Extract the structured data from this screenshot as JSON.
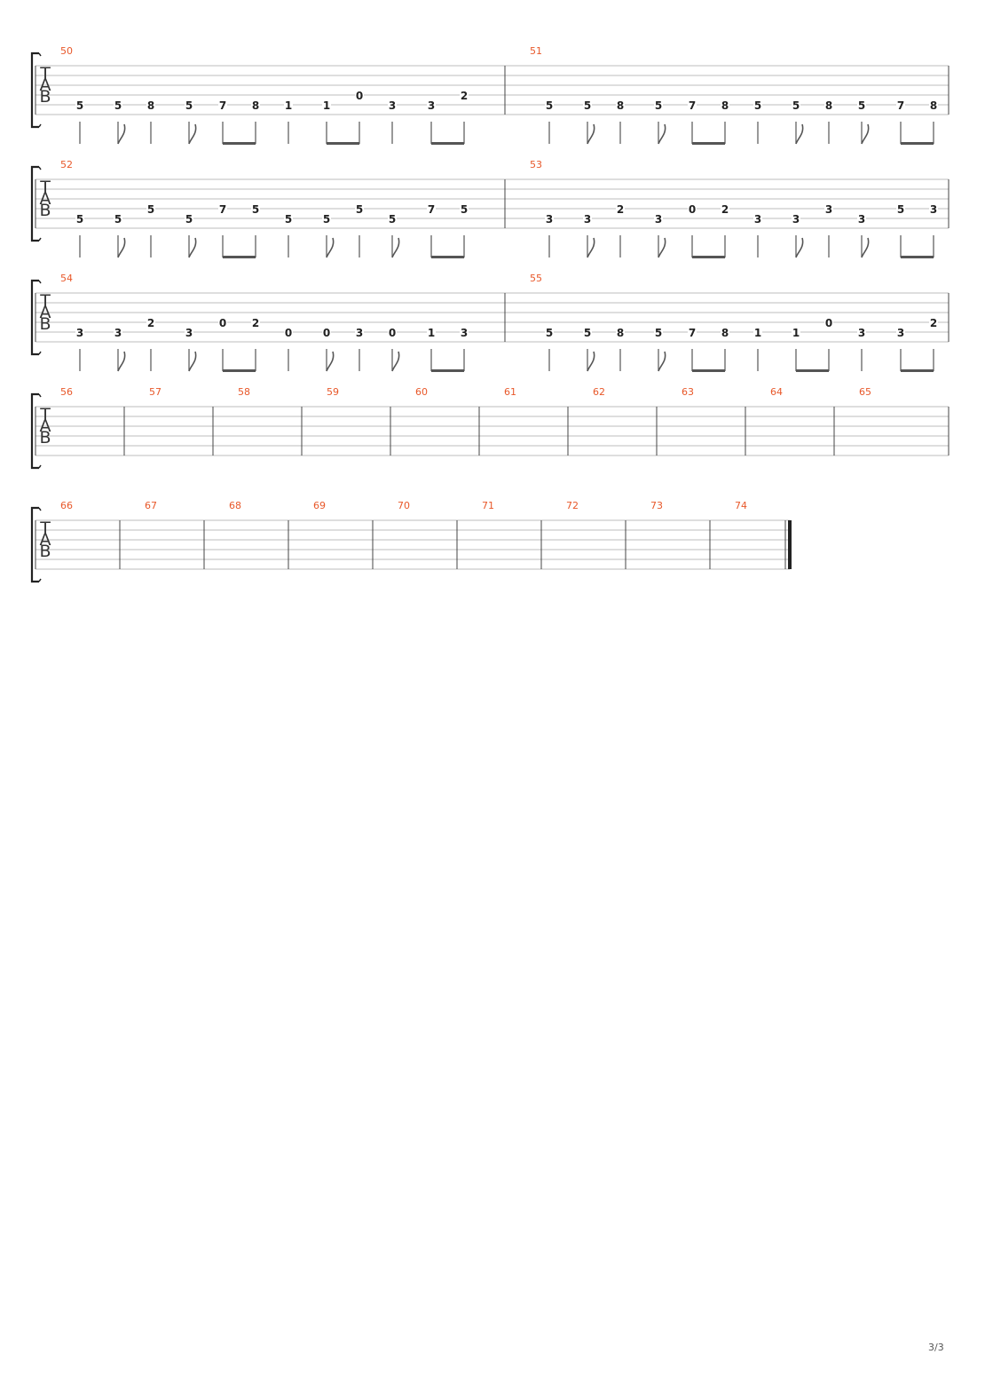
{
  "page": {
    "number_label": "3/3"
  },
  "tab": {
    "clef_letters": [
      "T",
      "A",
      "B"
    ],
    "strings": 6,
    "systems": [
      {
        "bars": [
          {
            "number": "50",
            "notes": [
              {
                "fret": "5",
                "string": 5,
                "dur": "q"
              },
              {
                "fret": "5",
                "string": 5,
                "dur": "e"
              },
              {
                "fret": "8",
                "string": 5,
                "dur": "q"
              },
              {
                "fret": "5",
                "string": 5,
                "dur": "e"
              },
              {
                "fret": "7",
                "string": 5,
                "dur": "e",
                "beam": "start"
              },
              {
                "fret": "8",
                "string": 5,
                "dur": "e",
                "beam": "end"
              },
              {
                "fret": "1",
                "string": 5,
                "dur": "q"
              },
              {
                "fret": "1",
                "string": 5,
                "dur": "e",
                "beam": "start"
              },
              {
                "fret": "0",
                "string": 4,
                "dur": "e",
                "beam": "end"
              },
              {
                "fret": "3",
                "string": 5,
                "dur": "q"
              },
              {
                "fret": "3",
                "string": 5,
                "dur": "e",
                "beam": "start"
              },
              {
                "fret": "2",
                "string": 4,
                "dur": "e",
                "beam": "end"
              }
            ]
          },
          {
            "number": "51",
            "notes": [
              {
                "fret": "5",
                "string": 5,
                "dur": "q"
              },
              {
                "fret": "5",
                "string": 5,
                "dur": "e"
              },
              {
                "fret": "8",
                "string": 5,
                "dur": "q"
              },
              {
                "fret": "5",
                "string": 5,
                "dur": "e"
              },
              {
                "fret": "7",
                "string": 5,
                "dur": "e",
                "beam": "start"
              },
              {
                "fret": "8",
                "string": 5,
                "dur": "e",
                "beam": "end"
              },
              {
                "fret": "5",
                "string": 5,
                "dur": "q"
              },
              {
                "fret": "5",
                "string": 5,
                "dur": "e"
              },
              {
                "fret": "8",
                "string": 5,
                "dur": "q"
              },
              {
                "fret": "5",
                "string": 5,
                "dur": "e"
              },
              {
                "fret": "7",
                "string": 5,
                "dur": "e",
                "beam": "start"
              },
              {
                "fret": "8",
                "string": 5,
                "dur": "e",
                "beam": "end"
              }
            ]
          }
        ]
      },
      {
        "bars": [
          {
            "number": "52",
            "notes": [
              {
                "fret": "5",
                "string": 5,
                "dur": "q"
              },
              {
                "fret": "5",
                "string": 5,
                "dur": "e"
              },
              {
                "fret": "5",
                "string": 4,
                "dur": "q"
              },
              {
                "fret": "5",
                "string": 5,
                "dur": "e"
              },
              {
                "fret": "7",
                "string": 4,
                "dur": "e",
                "beam": "start"
              },
              {
                "fret": "5",
                "string": 4,
                "dur": "e",
                "beam": "end"
              },
              {
                "fret": "5",
                "string": 5,
                "dur": "q"
              },
              {
                "fret": "5",
                "string": 5,
                "dur": "e"
              },
              {
                "fret": "5",
                "string": 4,
                "dur": "q"
              },
              {
                "fret": "5",
                "string": 5,
                "dur": "e"
              },
              {
                "fret": "7",
                "string": 4,
                "dur": "e",
                "beam": "start"
              },
              {
                "fret": "5",
                "string": 4,
                "dur": "e",
                "beam": "end"
              }
            ]
          },
          {
            "number": "53",
            "notes": [
              {
                "fret": "3",
                "string": 5,
                "dur": "q"
              },
              {
                "fret": "3",
                "string": 5,
                "dur": "e"
              },
              {
                "fret": "2",
                "string": 4,
                "dur": "q"
              },
              {
                "fret": "3",
                "string": 5,
                "dur": "e"
              },
              {
                "fret": "0",
                "string": 4,
                "dur": "e",
                "beam": "start"
              },
              {
                "fret": "2",
                "string": 4,
                "dur": "e",
                "beam": "end"
              },
              {
                "fret": "3",
                "string": 5,
                "dur": "q"
              },
              {
                "fret": "3",
                "string": 5,
                "dur": "e"
              },
              {
                "fret": "3",
                "string": 4,
                "dur": "q"
              },
              {
                "fret": "3",
                "string": 5,
                "dur": "e"
              },
              {
                "fret": "5",
                "string": 4,
                "dur": "e",
                "beam": "start"
              },
              {
                "fret": "3",
                "string": 4,
                "dur": "e",
                "beam": "end"
              }
            ]
          }
        ]
      },
      {
        "bars": [
          {
            "number": "54",
            "notes": [
              {
                "fret": "3",
                "string": 5,
                "dur": "q"
              },
              {
                "fret": "3",
                "string": 5,
                "dur": "e"
              },
              {
                "fret": "2",
                "string": 4,
                "dur": "q"
              },
              {
                "fret": "3",
                "string": 5,
                "dur": "e"
              },
              {
                "fret": "0",
                "string": 4,
                "dur": "e",
                "beam": "start"
              },
              {
                "fret": "2",
                "string": 4,
                "dur": "e",
                "beam": "end"
              },
              {
                "fret": "0",
                "string": 5,
                "dur": "q"
              },
              {
                "fret": "0",
                "string": 5,
                "dur": "e"
              },
              {
                "fret": "3",
                "string": 5,
                "dur": "q"
              },
              {
                "fret": "0",
                "string": 5,
                "dur": "e"
              },
              {
                "fret": "1",
                "string": 5,
                "dur": "e",
                "beam": "start"
              },
              {
                "fret": "3",
                "string": 5,
                "dur": "e",
                "beam": "end"
              }
            ]
          },
          {
            "number": "55",
            "notes": [
              {
                "fret": "5",
                "string": 5,
                "dur": "q"
              },
              {
                "fret": "5",
                "string": 5,
                "dur": "e"
              },
              {
                "fret": "8",
                "string": 5,
                "dur": "q"
              },
              {
                "fret": "5",
                "string": 5,
                "dur": "e"
              },
              {
                "fret": "7",
                "string": 5,
                "dur": "e",
                "beam": "start"
              },
              {
                "fret": "8",
                "string": 5,
                "dur": "e",
                "beam": "end"
              },
              {
                "fret": "1",
                "string": 5,
                "dur": "q"
              },
              {
                "fret": "1",
                "string": 5,
                "dur": "e",
                "beam": "start"
              },
              {
                "fret": "0",
                "string": 4,
                "dur": "e",
                "beam": "end"
              },
              {
                "fret": "3",
                "string": 5,
                "dur": "q"
              },
              {
                "fret": "3",
                "string": 5,
                "dur": "e",
                "beam": "start"
              },
              {
                "fret": "2",
                "string": 4,
                "dur": "e",
                "beam": "end"
              }
            ]
          }
        ]
      },
      {
        "bars": [
          {
            "number": "56",
            "notes": []
          },
          {
            "number": "57",
            "notes": []
          },
          {
            "number": "58",
            "notes": []
          },
          {
            "number": "59",
            "notes": []
          },
          {
            "number": "60",
            "notes": []
          },
          {
            "number": "61",
            "notes": []
          },
          {
            "number": "62",
            "notes": []
          },
          {
            "number": "63",
            "notes": []
          },
          {
            "number": "64",
            "notes": []
          },
          {
            "number": "65",
            "notes": []
          }
        ]
      },
      {
        "final_barline": true,
        "bars": [
          {
            "number": "66",
            "notes": []
          },
          {
            "number": "67",
            "notes": []
          },
          {
            "number": "68",
            "notes": []
          },
          {
            "number": "69",
            "notes": []
          },
          {
            "number": "70",
            "notes": []
          },
          {
            "number": "71",
            "notes": []
          },
          {
            "number": "72",
            "notes": []
          },
          {
            "number": "73",
            "notes": []
          },
          {
            "number": "74",
            "notes": []
          }
        ]
      }
    ]
  },
  "colors": {
    "measure_number": "#e8582a",
    "staff_line": "#bdbdbd",
    "barline": "#444444",
    "stem": "#555555",
    "fret": "#222222"
  }
}
